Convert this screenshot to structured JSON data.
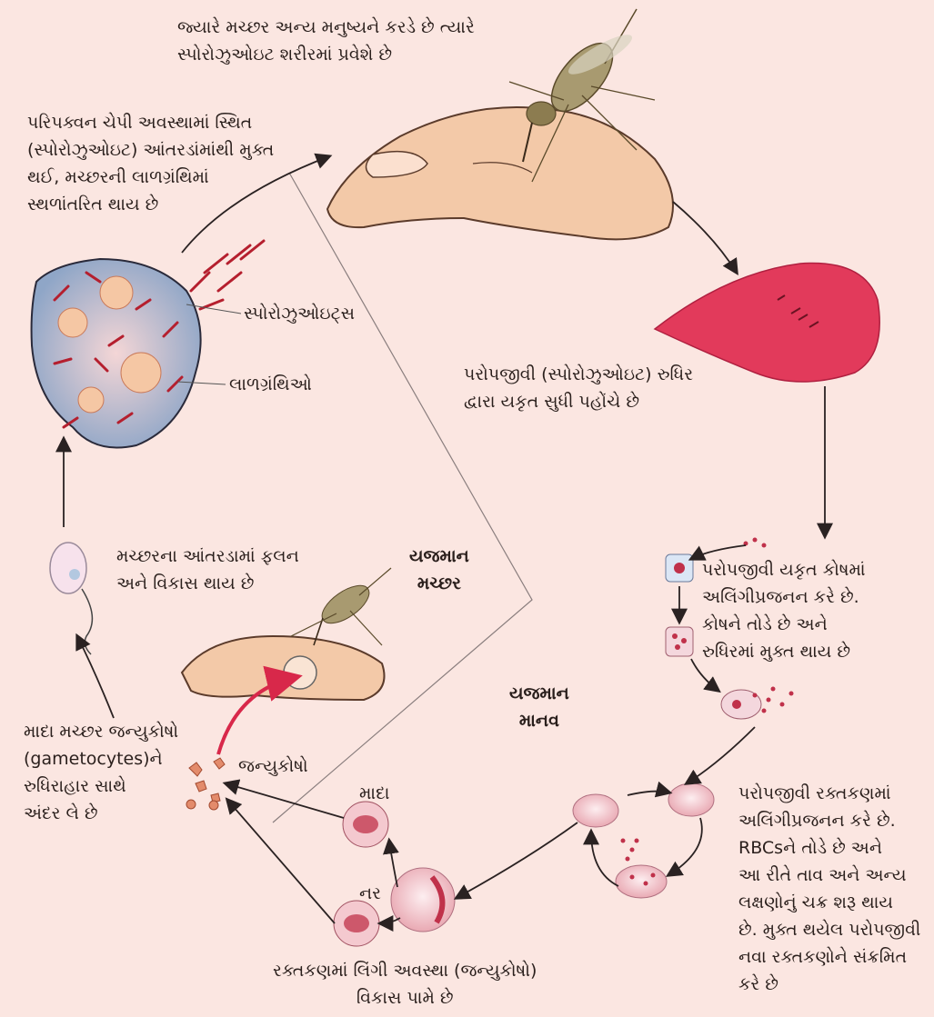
{
  "labels": {
    "bite_transfer": "જ્યારે મચ્છર અન્ય મનુષ્યને કરડે છે ત્યારે\nસ્પોરોઝુઓઇટ શરીરમાં પ્રવેશે છે",
    "mature_migration": "પરિપક્વન ચેપી અવસ્થામાં સ્થિત\n(સ્પોરોઝુઓઇટ) આંતરડાંમાંથી મુક્ત\nથઈ, મચ્છરની લાળગ્રંથિમાં\nસ્થળાંતરિત થાય છે",
    "sporozoites": "સ્પોરોઝુઓઇટ્સ",
    "salivary_glands": "લાળગ્રંથિઓ",
    "liver_reach": "પરોપજીવી (સ્પોરોઝુઓઇટ) રુધિર\nદ્વારા યકૃત સુધી પહોંચે છે",
    "liver_cell_reproduction": "પરોપજીવી યકૃત કોષમાં\nઅલિંગીપ્રજનન કરે છે.\nકોષને તોડે છે અને\nરુધિરમાં મુક્ત થાય છે",
    "mosquito_gut": "મચ્છરના આંતરડામાં ફલન\nઅને વિકાસ થાય છે",
    "host_mosquito": "યજમાન\nમચ્છર",
    "host_human": "યજમાન\nમાનવ",
    "female_mosquito_takes": "માદા મચ્છર જન્યુકોષો\n(gametocytes)ને\nરુધિરાહાર સાથે\nઅંદર લે છે",
    "gametocytes": "જન્યુકોષો",
    "female": "માદા",
    "male": "નર",
    "rbc_reproduction": "પરોપજીવી રક્તકણમાં\nઅલિંગીપ્રજનન કરે છે.\nRBCsને તોડે છે અને\nઆ રીતે તાવ અને અન્ય\nલક્ષણોનું ચક્ર શરૂ થાય\nછે. મુક્ત થયેલ પરોપજીવી\nનવા રક્તકણોને સંક્રમિત\nકરે છે",
    "sexual_stage": "રક્તકણમાં લિંગી અવસ્થા (જન્યુકોષો)\nવિકાસ પામે છે"
  },
  "colors": {
    "background": "#fbe6e1",
    "liver": "#e23a5b",
    "rbc": "#f4c9cf",
    "parasite": "#c0314a",
    "arrow": "#2a2222",
    "highlight_arrow": "#d8284a",
    "skin": "#f3c9a8",
    "mosquito": "#a89a70"
  }
}
